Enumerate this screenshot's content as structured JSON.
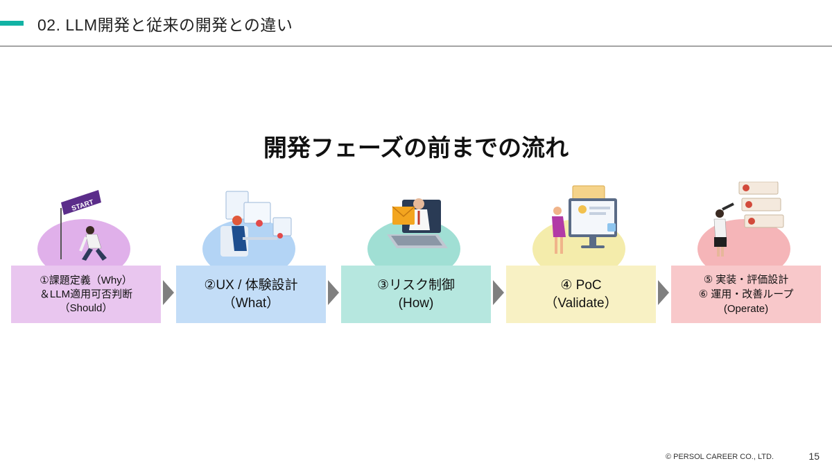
{
  "header": {
    "title": "02.  LLM開発と従来の開発との違い"
  },
  "heading": "開発フェーズの前までの流れ",
  "steps": [
    {
      "lines": [
        "①課題定義（Why）",
        "＆LLM適用可否判断",
        "（Should）"
      ],
      "illustration": "start-crouching-person",
      "box_color": "#e9c6ef",
      "ellipse_color": "#e0b0ea",
      "sign_text": "START"
    },
    {
      "lines": [
        "②UX / 体験設計",
        "（What）"
      ],
      "illustration": "ux-designer-at-desk",
      "box_color": "#c3ddf7",
      "ellipse_color": "#b3d4f5"
    },
    {
      "lines": [
        "③リスク制御",
        "(How)"
      ],
      "illustration": "businessman-laptop-warning",
      "box_color": "#b6e7df",
      "ellipse_color": "#a0dfd4"
    },
    {
      "lines": [
        "④ PoC",
        "（Validate）"
      ],
      "illustration": "woman-monitor-poc",
      "box_color": "#f8f1c4",
      "ellipse_color": "#f4ecab"
    },
    {
      "lines": [
        "⑤ 実装・評価設計",
        "⑥ 運用・改善ループ",
        "(Operate)"
      ],
      "illustration": "woman-telescope-profiles",
      "box_color": "#f8c8ca",
      "ellipse_color": "#f5b5b8"
    }
  ],
  "footer": {
    "copyright": "© PERSOL CAREER CO., LTD.",
    "page": "15"
  }
}
